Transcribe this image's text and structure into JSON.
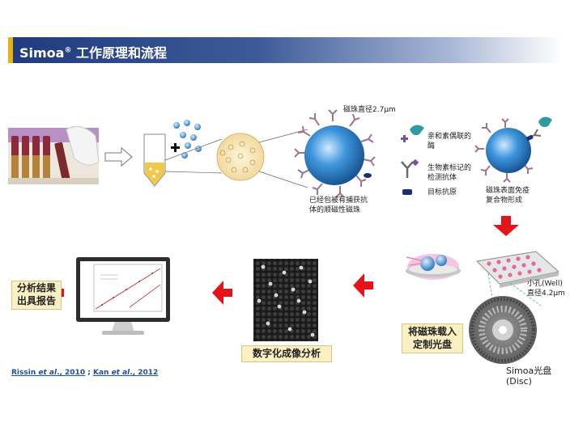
{
  "title": {
    "main": "Simoa",
    "reg": "®",
    "rest": " 工作原理和流程"
  },
  "labels": {
    "bead_diameter": "磁珠直径2.7μm",
    "captured_bead": [
      "已经包被有捕获抗",
      "体的顺磁性磁珠"
    ],
    "legend_enzyme": [
      "亲和素偶联的",
      "酶"
    ],
    "legend_antibody": [
      "生物素标记的",
      "检测抗体"
    ],
    "legend_antigen": "目标抗原",
    "complex": [
      "磁珠表面免疫",
      "复合物形成"
    ],
    "well": [
      "小孔(Well)",
      "直径4.2μm"
    ],
    "disc": [
      "Simoa光盘",
      "(Disc)"
    ]
  },
  "boxes": {
    "load": [
      "将磁珠载入",
      "定制光盘"
    ],
    "digital": "数字化成像分析",
    "result": [
      "分析结果",
      "出具报告"
    ]
  },
  "citation": {
    "a1": "Rissin ",
    "a1_et": "et al",
    "a1_year": "., 2010",
    "sep": " ; ",
    "a2": "Kan ",
    "a2_et": "et al",
    "a2_year": "., 2012"
  },
  "colors": {
    "title_bar": "#1f3b7d",
    "accent": "#e9b10f",
    "arrow": "#e3151b",
    "box": "#fbf0c4",
    "bead": "#2f7fc7"
  }
}
